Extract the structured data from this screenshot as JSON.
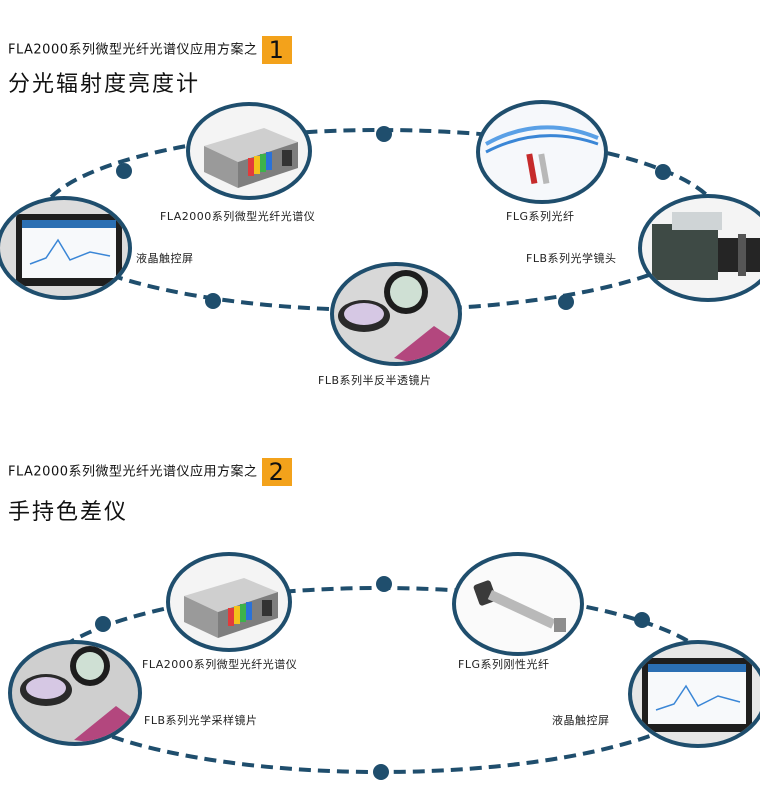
{
  "section1": {
    "heading": "FLA2000系列微型光纤光谱仪应用方案之",
    "number": "1",
    "title": "分光辐射度亮度计",
    "items": [
      {
        "label": "FLA2000系列微型光纤光谱仪",
        "icon": "spectrometer-device"
      },
      {
        "label": "FLG系列光纤",
        "icon": "optical-fiber-cable"
      },
      {
        "label": "液晶触控屏",
        "icon": "lcd-touchscreen"
      },
      {
        "label": "FLB系列光学镜头",
        "icon": "optical-lens-camera"
      },
      {
        "label": "FLB系列半反半透镜片",
        "icon": "half-mirror-lens"
      }
    ]
  },
  "section2": {
    "heading": "FLA2000系列微型光纤光谱仪应用方案之",
    "number": "2",
    "title": "手持色差仪",
    "items": [
      {
        "label": "FLA2000系列微型光纤光谱仪",
        "icon": "spectrometer-device"
      },
      {
        "label": "FLG系列刚性光纤",
        "icon": "rigid-fiber-probe"
      },
      {
        "label": "FLB系列光学采样镜片",
        "icon": "sampling-lens"
      },
      {
        "label": "液晶触控屏",
        "icon": "lcd-touchscreen"
      }
    ]
  },
  "colors": {
    "ring": "#1f4e6d",
    "badge": "#f3a21b"
  }
}
